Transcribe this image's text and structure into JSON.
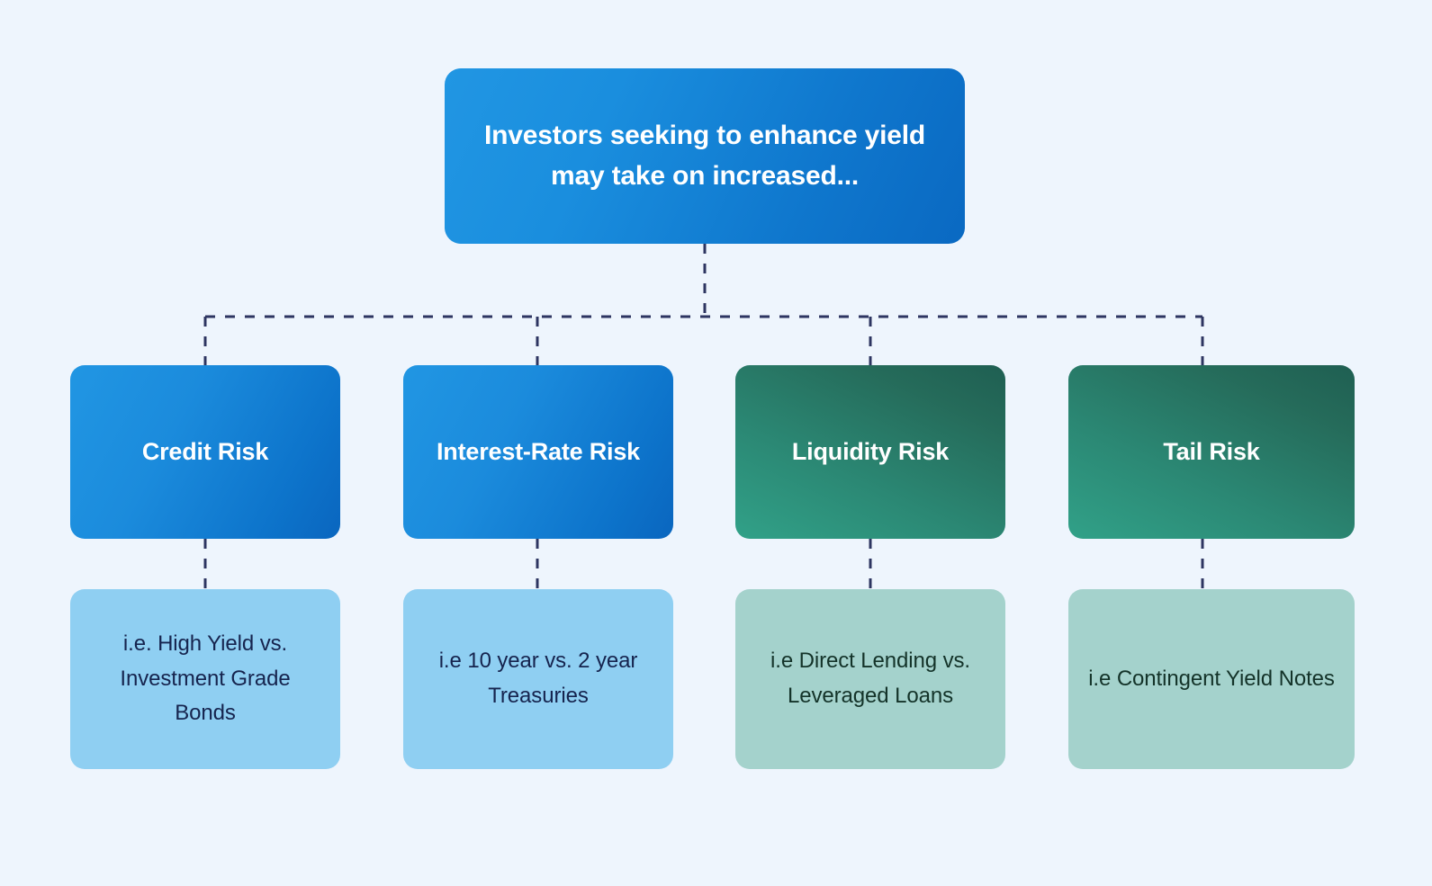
{
  "theme": {
    "background": "#eef5fd",
    "root_gradient_from": "#2196e3",
    "root_gradient_to": "#0a69c2",
    "blue_gradient_from": "#2196e3",
    "blue_gradient_to": "#0a66bf",
    "green_gradient_from": "#1f5f52",
    "green_gradient_to": "#31a188",
    "leaf_blue_fill": "#8fcff2",
    "leaf_green_fill": "#a4d2cc",
    "leaf_blue_text": "#16244e",
    "leaf_green_text": "#143329",
    "connector_color": "#2d3561",
    "node_text_color": "#ffffff"
  },
  "root": {
    "text": "Investors seeking to enhance yield may take on increased..."
  },
  "branches": [
    {
      "title": "Credit Risk",
      "example": "i.e. High Yield vs. Investment Grade Bonds",
      "accent": "blue"
    },
    {
      "title": "Interest-Rate Risk",
      "example": "i.e 10 year vs. 2 year Treasuries",
      "accent": "blue"
    },
    {
      "title": "Liquidity Risk",
      "example": "i.e Direct Lending vs. Leveraged Loans",
      "accent": "green"
    },
    {
      "title": "Tail Risk",
      "example": "i.e Contingent Yield Notes",
      "accent": "green"
    }
  ]
}
